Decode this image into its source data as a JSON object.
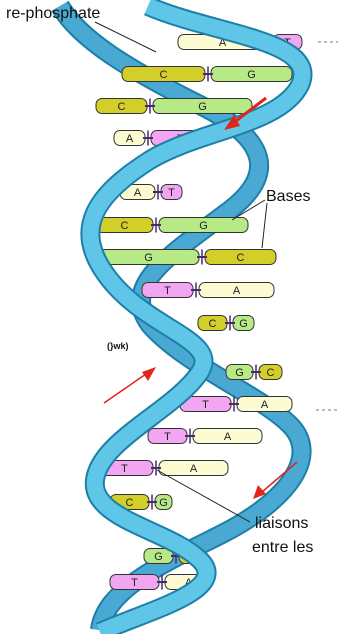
{
  "labels": {
    "phosphate": "re-phosphate",
    "bases": "Bases",
    "liaisons": "liaisons",
    "entre_les": "entre les",
    "small_mark": "(}wk)"
  },
  "colors": {
    "strand_fill": "#5fc6e8",
    "strand_edge": "#1d7fa7",
    "strand_back": "#4aa9d2",
    "A": "#fdfbd2",
    "T": "#f2a6f2",
    "C": "#d2cf2a",
    "G": "#b7ea87",
    "bond": "#4a2a6a",
    "arrow": "#e1251b"
  },
  "base_pairs": [
    {
      "left": "A",
      "right": "T"
    },
    {
      "left": "C",
      "right": "G"
    },
    {
      "left": "C",
      "right": "G"
    },
    {
      "left": "A",
      "right": "T"
    },
    {
      "left": "A",
      "right": "T"
    },
    {
      "left": "C",
      "right": "G"
    },
    {
      "left": "G",
      "right": "C"
    },
    {
      "left": "T",
      "right": "A"
    },
    {
      "left": "C",
      "right": "G"
    },
    {
      "left": "G",
      "right": "C"
    },
    {
      "left": "T",
      "right": "A"
    },
    {
      "left": "T",
      "right": "A"
    },
    {
      "left": "T",
      "right": "A"
    },
    {
      "left": "C",
      "right": "G"
    },
    {
      "left": "G",
      "right": "C"
    },
    {
      "left": "T",
      "right": "A"
    }
  ]
}
